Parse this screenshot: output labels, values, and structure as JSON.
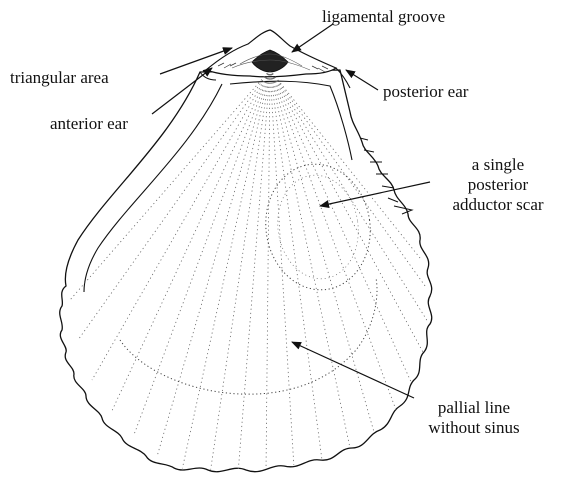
{
  "labels": {
    "ligamental_groove": "ligamental groove",
    "triangular_area": "triangular area",
    "anterior_ear": "anterior ear",
    "posterior_ear": "posterior ear",
    "adductor_scar": [
      "a single",
      "posterior",
      "adductor scar"
    ],
    "pallial_line": [
      "pallial line",
      "without sinus"
    ]
  },
  "colors": {
    "ink": "#111111",
    "background": "#ffffff"
  }
}
